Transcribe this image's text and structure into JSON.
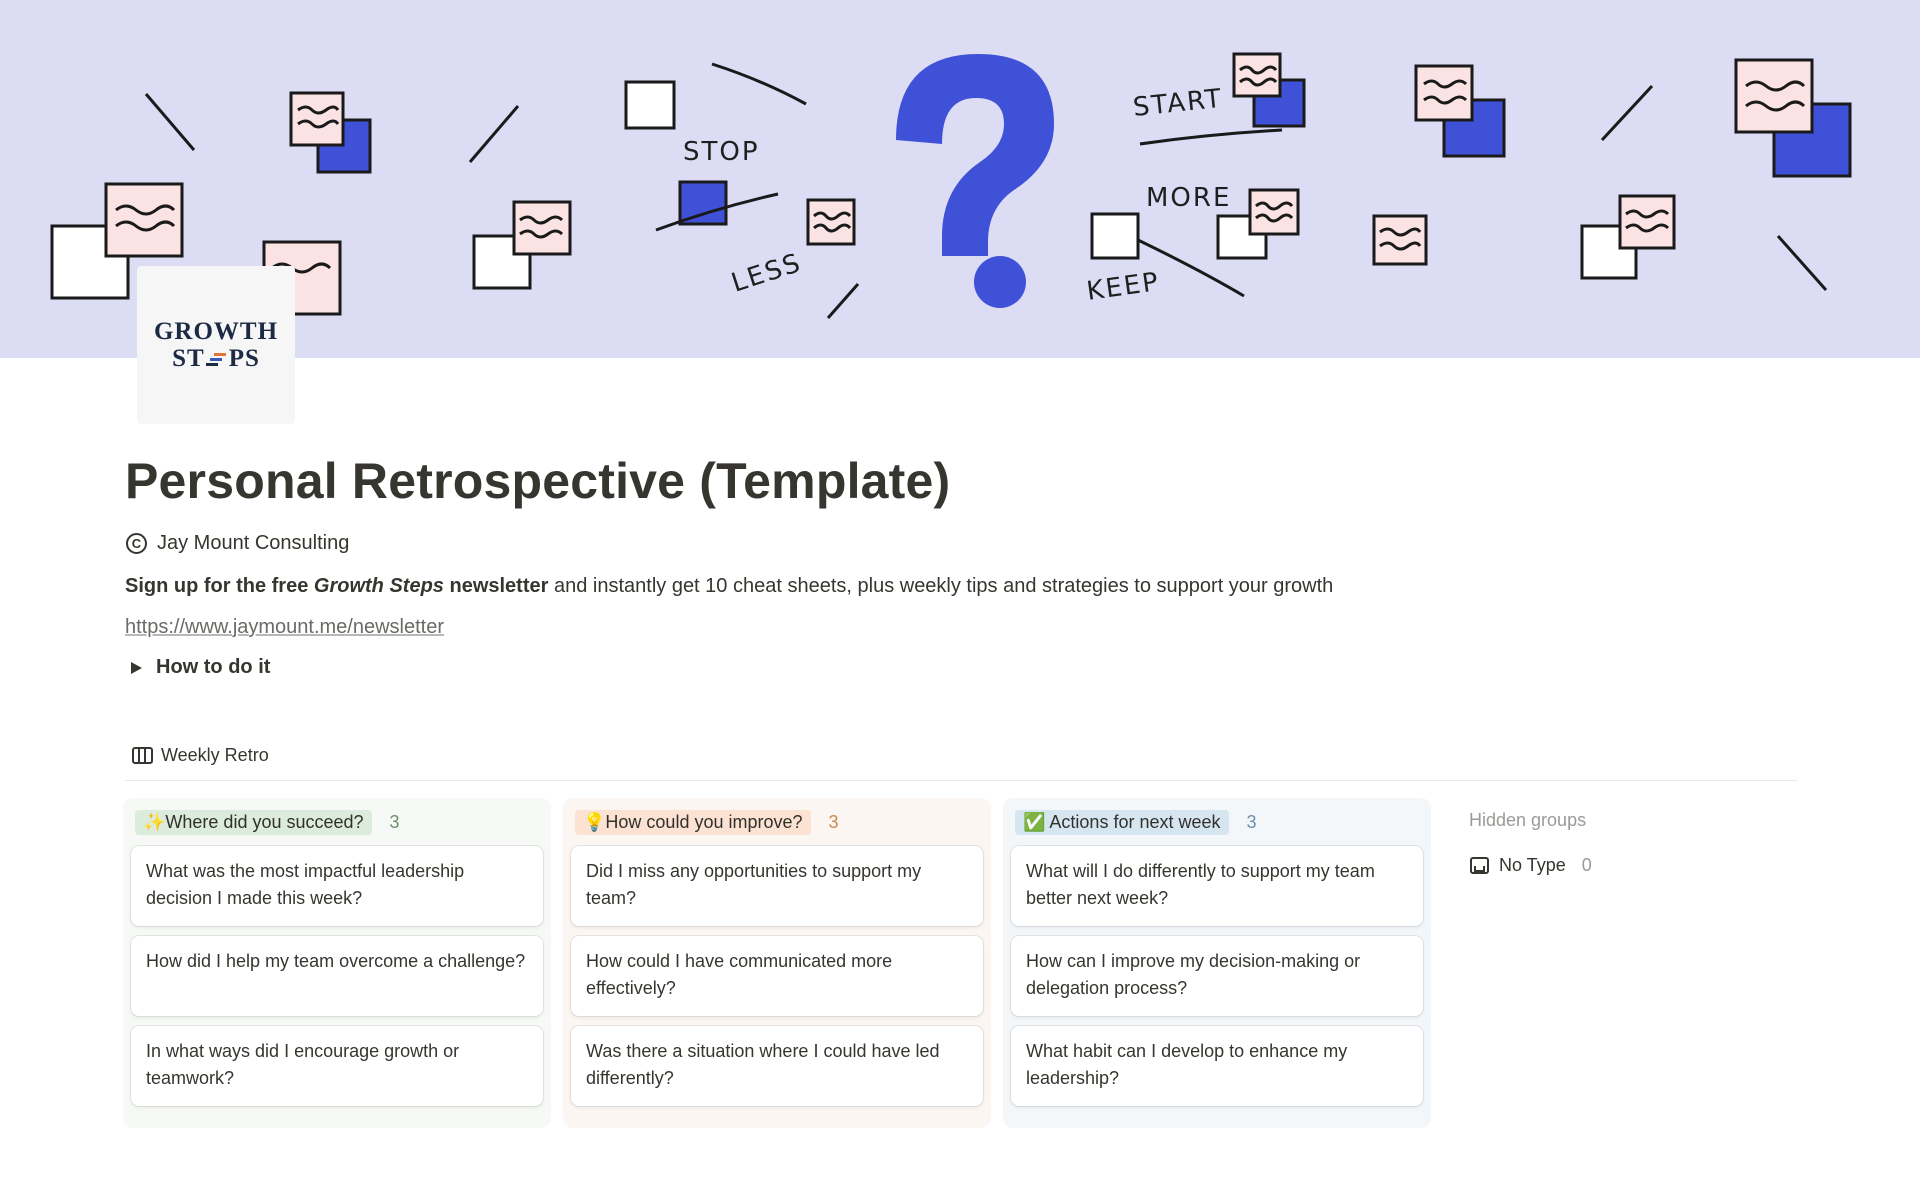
{
  "cover": {
    "words": [
      "STOP",
      "LESS",
      "START",
      "MORE",
      "KEEP"
    ],
    "accent_color": "#3f51d6",
    "note_color": "#fbe3e3",
    "background": "#dcdcf5"
  },
  "logo": {
    "line1": "GROWTH",
    "line2_left": "ST",
    "line2_right": "PS"
  },
  "page": {
    "title": "Personal Retrospective (Template)",
    "author": "Jay Mount Consulting",
    "promo_bold_1": "Sign up for the free ",
    "promo_italic": "Growth Steps",
    "promo_bold_2": " newsletter",
    "promo_rest": " and instantly get 10 cheat sheets, plus weekly tips and strategies to support your growth",
    "link": "https://www.jaymount.me/newsletter",
    "toggle_label": "How to do it"
  },
  "database": {
    "view_name": "Weekly Retro",
    "columns": [
      {
        "label": "✨Where did you succeed?",
        "count": "3",
        "bg": "#f7f9f6",
        "label_bg": "#dcecdc",
        "count_color": "#6b8f6b",
        "cards": [
          "What was the most impactful leadership decision I made this week?",
          "How did I help my team overcome a challenge?",
          "In what ways did I encourage growth or teamwork?"
        ]
      },
      {
        "label": "💡How could you improve?",
        "count": "3",
        "bg": "#fcf6f2",
        "label_bg": "#fbe2d3",
        "count_color": "#c98a4f",
        "cards": [
          "Did I miss any opportunities to support my team?",
          "How could I have communicated more effectively?",
          "Was there a situation where I could have led differently?"
        ]
      },
      {
        "label": "✅ Actions for next week",
        "count": "3",
        "bg": "#f3f7fa",
        "label_bg": "#d6e6f1",
        "count_color": "#6a8fae",
        "cards": [
          "What will I do differently to support my team better next week?",
          "How can I improve my decision-making or delegation process?",
          "What habit can I develop to enhance my leadership?"
        ]
      }
    ],
    "hidden_groups_label": "Hidden groups",
    "hidden_group": {
      "label": "No Type",
      "count": "0"
    }
  }
}
